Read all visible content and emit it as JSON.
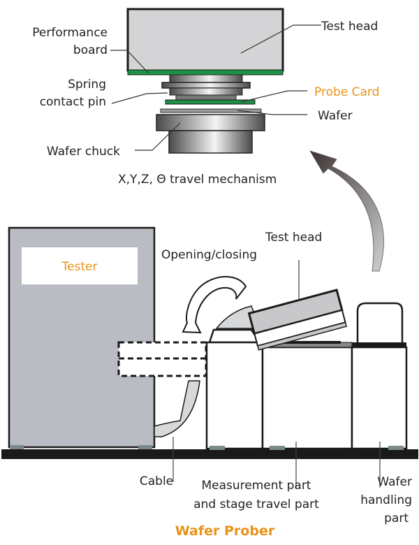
{
  "diagram": {
    "title": "Wafer Prober",
    "top_detail": {
      "labels": {
        "test_head": "Test head",
        "performance_board_line1": "Performance",
        "performance_board_line2": "board",
        "spring_pin_line1": "Spring",
        "spring_pin_line2": "contact pin",
        "probe_card": "Probe Card",
        "wafer": "Wafer",
        "wafer_chuck": "Wafer chuck",
        "travel_mechanism": "X,Y,Z, Θ travel mechanism"
      }
    },
    "system": {
      "labels": {
        "tester": "Tester",
        "opening_closing": "Opening/closing",
        "test_head": "Test head",
        "cable": "Cable",
        "measurement_line1": "Measurement part",
        "measurement_line2": "and stage travel part",
        "wafer_handling_line1": "Wafer",
        "wafer_handling_line2": "handling",
        "wafer_handling_line3": "part",
        "wafer_prober": "Wafer Prober"
      }
    },
    "colors": {
      "accent": "#e8931a",
      "pcb_green": "#1e9146",
      "tester_gray": "#b9bcc2",
      "head_gray": "#d4d4d6",
      "line": "#1a1a1a"
    }
  }
}
